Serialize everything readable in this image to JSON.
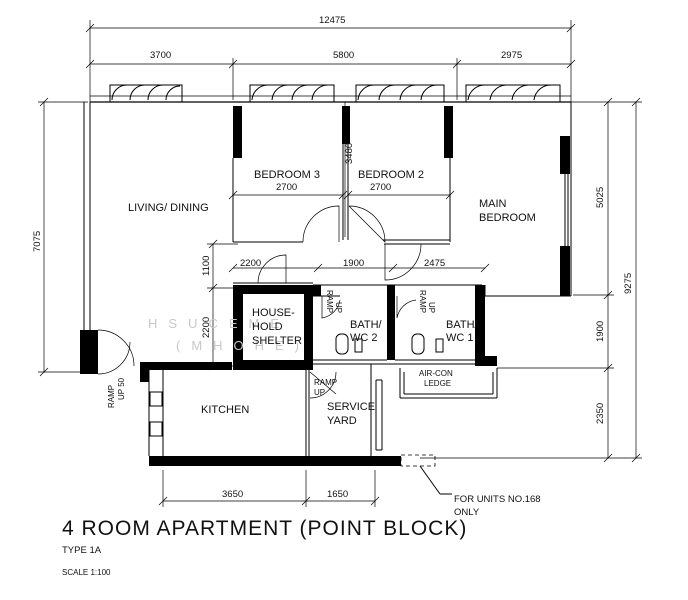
{
  "dimensions": {
    "overall_width": "12475",
    "top_living": "3700",
    "top_bedrooms": "5800",
    "top_main": "2975",
    "left_total": "7075",
    "right_upper": "5025",
    "right_total": "9275",
    "right_middle": "1900",
    "right_lower": "2350",
    "bedroom3_width": "2700",
    "bedroom2_width": "2700",
    "bedroom_depth": "3480",
    "corridor_a": "2200",
    "corridor_b": "1900",
    "corridor_c": "2475",
    "left_1100": "1100",
    "left_2200": "2200",
    "bottom_kitchen": "3650",
    "bottom_yard": "1650"
  },
  "rooms": {
    "living": "LIVING/ DINING",
    "bedroom3": "BEDROOM 3",
    "bedroom2": "BEDROOM 2",
    "main_l1": "MAIN",
    "main_l2": "BEDROOM",
    "hh_l1": "HOUSE-",
    "hh_l2": "HOLD",
    "hh_l3": "SHELTER",
    "bath2_l1": "BATH/",
    "bath2_l2": "WC 2",
    "bath1_l1": "BATH/",
    "bath1_l2": "WC 1",
    "aircon_l1": "AIR-CON",
    "aircon_l2": "LEDGE",
    "kitchen": "KITCHEN",
    "service_l1": "SERVICE",
    "service_l2": "YARD"
  },
  "ramps": {
    "ramp": "RAMP",
    "up": "UP",
    "up50": "UP 50"
  },
  "note": {
    "line1": "FOR UNITS NO.168",
    "line2": "ONLY"
  },
  "watermark": {
    "line1": "HSUCEME",
    "line2": "(MHOHE)"
  },
  "title": {
    "main": "4 ROOM APARTMENT (POINT BLOCK)",
    "type": "TYPE 1A",
    "scale": "SCALE   1:100"
  }
}
